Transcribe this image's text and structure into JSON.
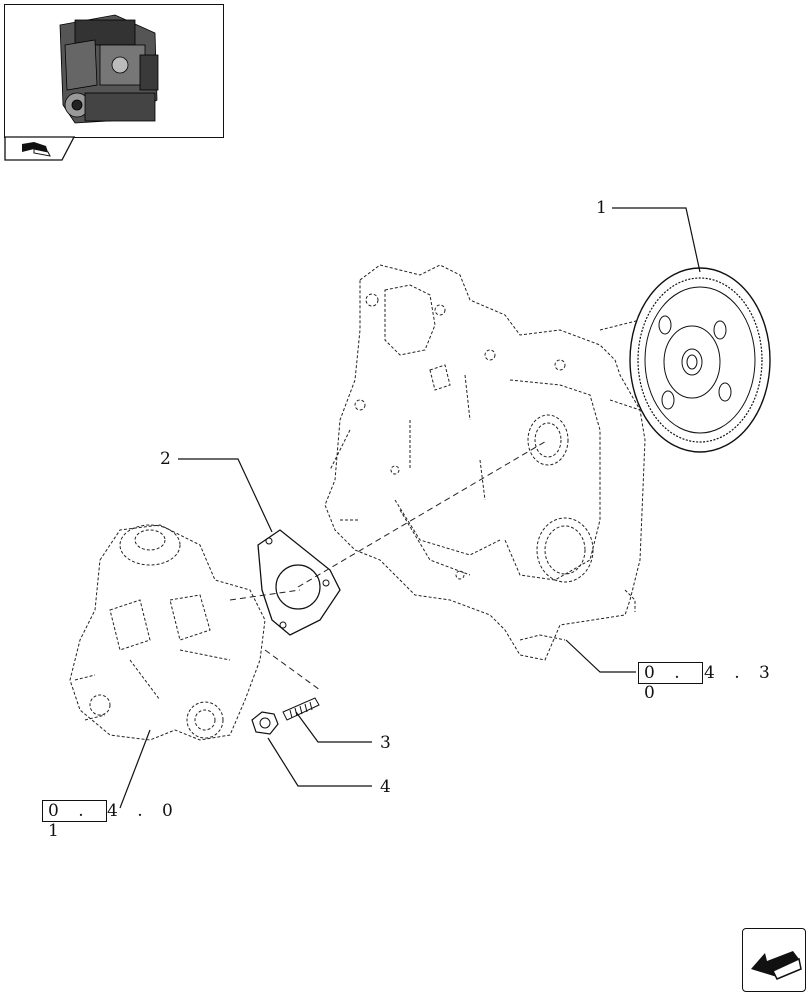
{
  "callouts": [
    "1",
    "2",
    "3",
    "4"
  ],
  "references": [
    {
      "boxed": "0 . 0",
      "rest": "4 . 3"
    },
    {
      "boxed": "0 . 1",
      "rest": "4 . 0"
    }
  ],
  "icons": {
    "thumbnail": "engine-thumbnail-icon",
    "section_tab": "open-book-icon",
    "nav": "back-arrow-icon"
  }
}
